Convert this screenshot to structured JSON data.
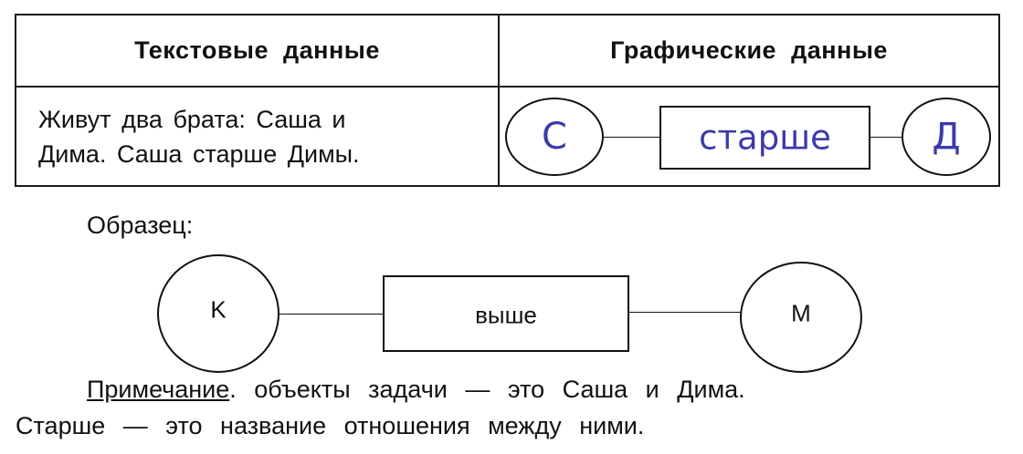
{
  "table": {
    "header_text": "Текстовые данные",
    "header_graphic": "Графические данные",
    "text_line1": "Живут два брата: Саша и",
    "text_line2": "Дима. Саша старше Димы.",
    "graph": {
      "left_node": "С",
      "relation": "старше",
      "right_node": "Д",
      "text_color": "#3b3ba8"
    }
  },
  "sample": {
    "label": "Образец:",
    "left_node": "K",
    "relation": "выше",
    "right_node": "M"
  },
  "note": {
    "title": "Примечание",
    "line1_rest": ". объекты задачи — это Саша и Дима.",
    "line2": "Старше — это название отношения между ними."
  }
}
